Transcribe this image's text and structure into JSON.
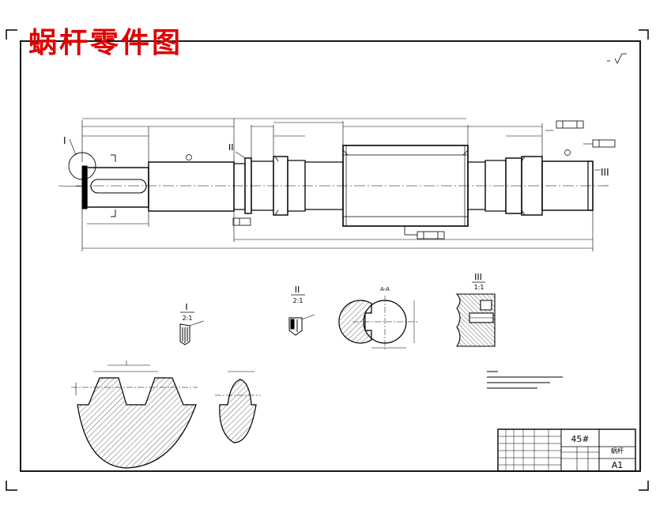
{
  "title": "蜗杆零件图",
  "colors": {
    "title": "#e00000",
    "line": "#000000",
    "paper": "#ffffff"
  },
  "views": {
    "detail_1": {
      "label": "I",
      "scale": "2:1"
    },
    "detail_2": {
      "label": "II",
      "scale": "2:1"
    },
    "detail_3": {
      "label": "III",
      "scale": "1:1"
    },
    "section_a": {
      "label": "A-A"
    }
  },
  "callouts": {
    "left": "I",
    "middle": "II",
    "right": "III"
  },
  "title_block": {
    "material": "45#",
    "part_name": "蜗杆",
    "sheet_size": "A1"
  }
}
